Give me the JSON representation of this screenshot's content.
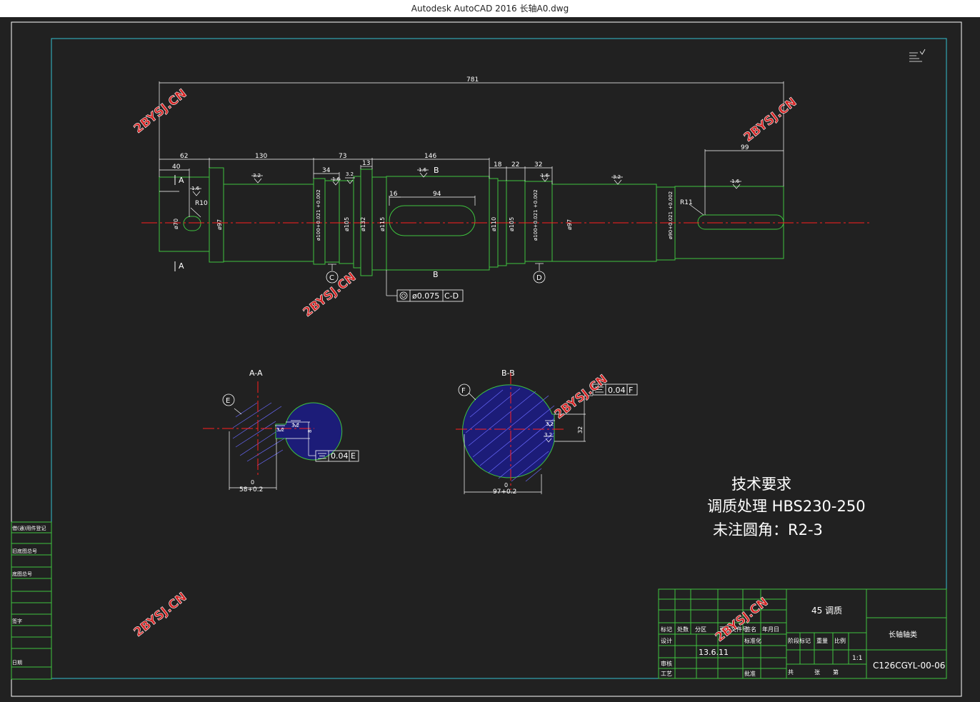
{
  "window": {
    "title": "Autodesk AutoCAD 2016     长轴A0.dwg"
  },
  "colors": {
    "background": "#212121",
    "border": "#ffffff",
    "inner_frame": "#33c0d0",
    "outline": "#3ec43e",
    "dimension": "#ffffff",
    "centerline": "#ff2020",
    "hatch_fill": "#1c1c78",
    "hatch_line": "#6a6aff",
    "watermark": "#d62222"
  },
  "dimensions": {
    "overall": "781",
    "d62": "62",
    "d40": "40",
    "d130": "130",
    "d73": "73",
    "d34": "34",
    "d13": "13",
    "d146": "146",
    "d18": "18",
    "d22": "22",
    "d32": "32",
    "d99": "99",
    "d16": "16",
    "d94": "94",
    "r10": "R10",
    "r11": "R11",
    "phi70": "ø70",
    "phi97a": "ø97",
    "phi100a": "ø100+0.021 +0.002",
    "phi105a": "ø105",
    "phi132": "ø132",
    "phi115": "ø115",
    "phi110": "ø110",
    "phi105b": "ø105",
    "phi100b": "ø100+0.021 +0.002",
    "phi97b": "ø97",
    "phi90": "ø90+0.021 +0.002",
    "rough16": "1.6",
    "rough32": "3.2"
  },
  "section_labels": {
    "a": "A",
    "a2": "A",
    "b": "B",
    "b2": "B",
    "c": "C",
    "d": "D",
    "e": "E",
    "f": "F",
    "aa": "A-A",
    "bb": "B-B"
  },
  "tolerances": {
    "coaxiality": "ø0.075",
    "coaxiality_ref": "C-D",
    "sym_e_val": "0.04",
    "sym_e_ref": "E",
    "sym_f_val": "0.04",
    "sym_f_ref": "F"
  },
  "sections": {
    "aa_dim": "58+0.2",
    "aa_dim_tol": "0",
    "bb_dim": "97+0.2",
    "bb_dim_tol": "0",
    "bb_key": "32",
    "aa_key": "8"
  },
  "tech_requirements": {
    "heading": "技术要求",
    "line1": "调质处理 HBS230-250",
    "line2": "未注圆角：R2-3"
  },
  "title_block": {
    "material": "45 调质",
    "part_name": "长轴轴类",
    "drawing_no": "C126CGYL-00-06",
    "date": "13.6.11",
    "scale": "1:1",
    "designer_label": "设计",
    "standard_label": "标准化",
    "check_label": "审核",
    "process_label": "工艺",
    "approve_label": "批准",
    "mark_label": "标记",
    "count_label": "处数",
    "zone_label": "分区",
    "doc_label": "更改文件号",
    "sign_label": "签名",
    "ymd_label": "年月日",
    "stage_label": "阶段标记",
    "weight_label": "重量",
    "ratio_label": "比例",
    "total_label": "共",
    "sheet_label": "张",
    "page_label": "第"
  },
  "side_table": {
    "r1": "借(通)用件登记",
    "r2": "旧底图总号",
    "r3": "底图总号",
    "r4": "签字",
    "r5": "日期"
  },
  "watermark": "2BYSJ.CN"
}
